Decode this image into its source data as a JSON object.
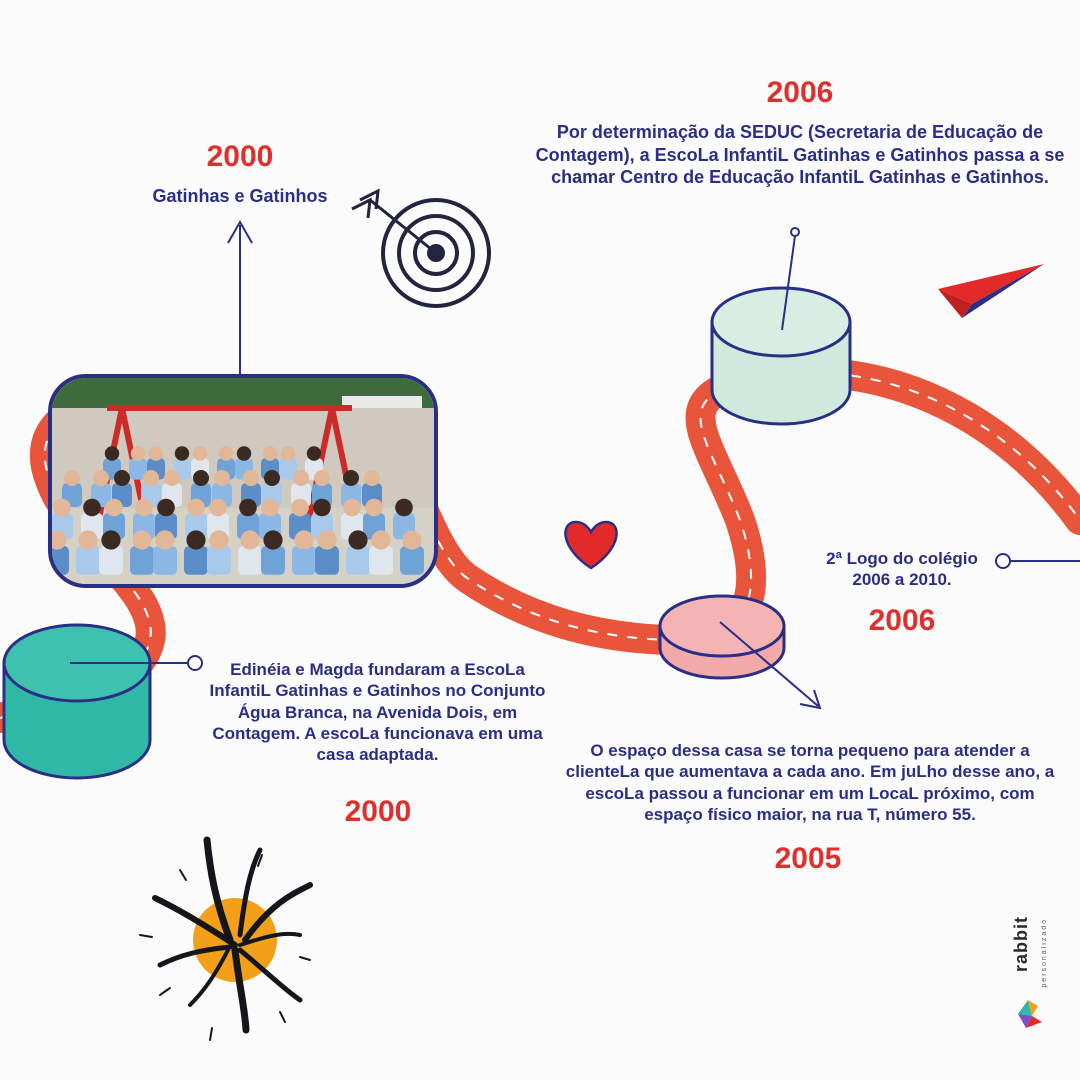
{
  "colors": {
    "road": "#e8553a",
    "navy": "#2a2f86",
    "red_year": "#e0302d",
    "teal": "#3bb3a3",
    "mint": "#cfe9dc",
    "pink": "#f2a9aa",
    "sun": "#f2a019"
  },
  "milestones": {
    "m2000_name": {
      "year": "2000",
      "text": "Gatinhas e Gatinhos"
    },
    "m2000_found": {
      "text": "Edinéia e Magda fundaram a EscoLa InfantiL Gatinhas e Gatinhos no Conjunto Água Branca, na Avenida Dois, em Contagem. A escoLa funcionava em uma casa adaptada.",
      "year": "2000"
    },
    "m2005": {
      "text": "O espaço dessa casa se torna pequeno para atender a clienteLa que aumentava a cada ano. Em juLho desse ano, a escoLa passou a funcionar em um LocaL próximo, com espaço físico maior, na rua T, número 55.",
      "year": "2005"
    },
    "m2006_name": {
      "year": "2006",
      "text": "Por determinação da SEDUC (Secretaria de Educação de Contagem), a EscoLa InfantiL Gatinhas e Gatinhos passa a se chamar Centro de Educação InfantiL Gatinhas e Gatinhos."
    },
    "m2006_logo": {
      "text": "2ª Logo do colégio 2006 a 2010.",
      "year": "2006"
    }
  },
  "photo": {
    "description_icon": "school-group-photo"
  },
  "icons": [
    "target-icon",
    "heart-icon",
    "paper-plane-icon",
    "sun-burst-icon"
  ],
  "brand": {
    "name": "rabbit",
    "tagline": "personalizado"
  }
}
